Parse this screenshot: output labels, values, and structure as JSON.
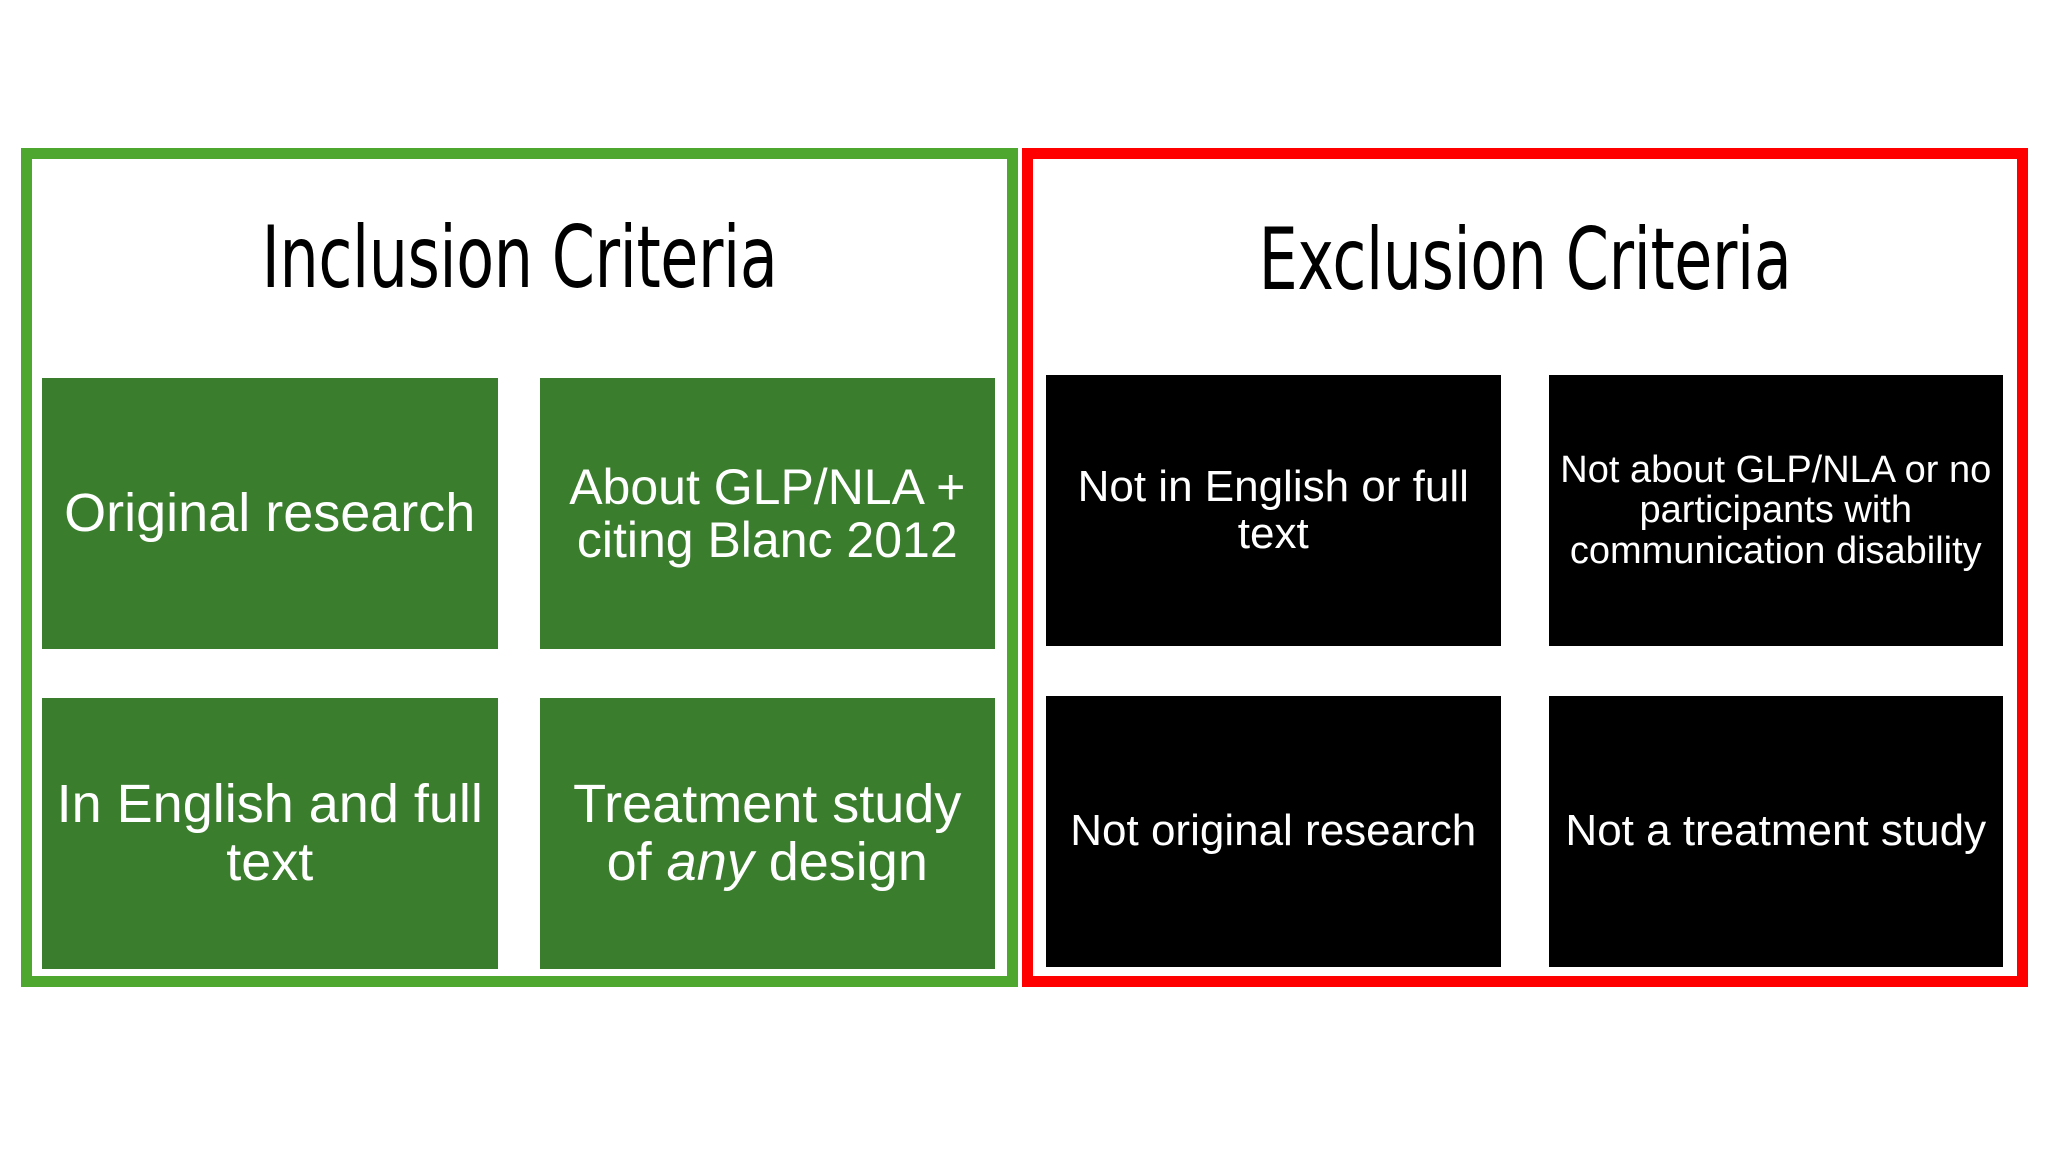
{
  "colors": {
    "inclusion_border": "#4EA72E",
    "inclusion_fill": "#3A7D2C",
    "exclusion_border": "#FF0000",
    "exclusion_fill": "#000000",
    "text_on_fill": "#FFFFFF",
    "title_text": "#000000",
    "background": "#FFFFFF"
  },
  "inclusion": {
    "title": "Inclusion Criteria",
    "criteria": [
      {
        "text": "Original research"
      },
      {
        "text": "About GLP/NLA + citing Blanc 2012"
      },
      {
        "text": "In English and full text"
      },
      {
        "text": "Treatment study of any design",
        "italic_word": "any"
      }
    ]
  },
  "exclusion": {
    "title": "Exclusion Criteria",
    "criteria": [
      {
        "text": "Not in English or full text"
      },
      {
        "text": "Not about GLP/NLA or no participants with communication disability"
      },
      {
        "text": "Not original research"
      },
      {
        "text": "Not a treatment study"
      }
    ]
  }
}
